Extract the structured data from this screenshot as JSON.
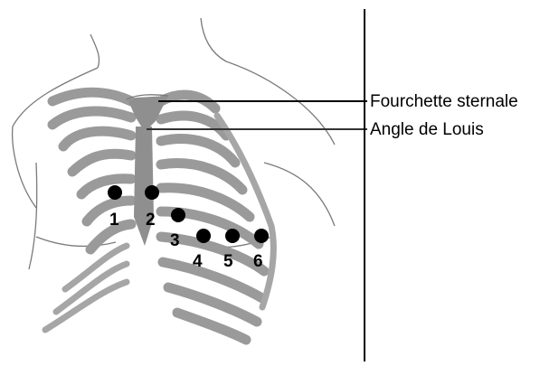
{
  "labels": {
    "sternal_notch": "Fourchette sternale",
    "angle_of_louis": "Angle de Louis"
  },
  "electrodes": [
    "1",
    "2",
    "3",
    "4",
    "5",
    "6"
  ],
  "colors": {
    "ribs": "#9a9a9a",
    "sternum": "#8f8f8f",
    "outline": "#7a7a7a",
    "electrode": "#000000"
  }
}
